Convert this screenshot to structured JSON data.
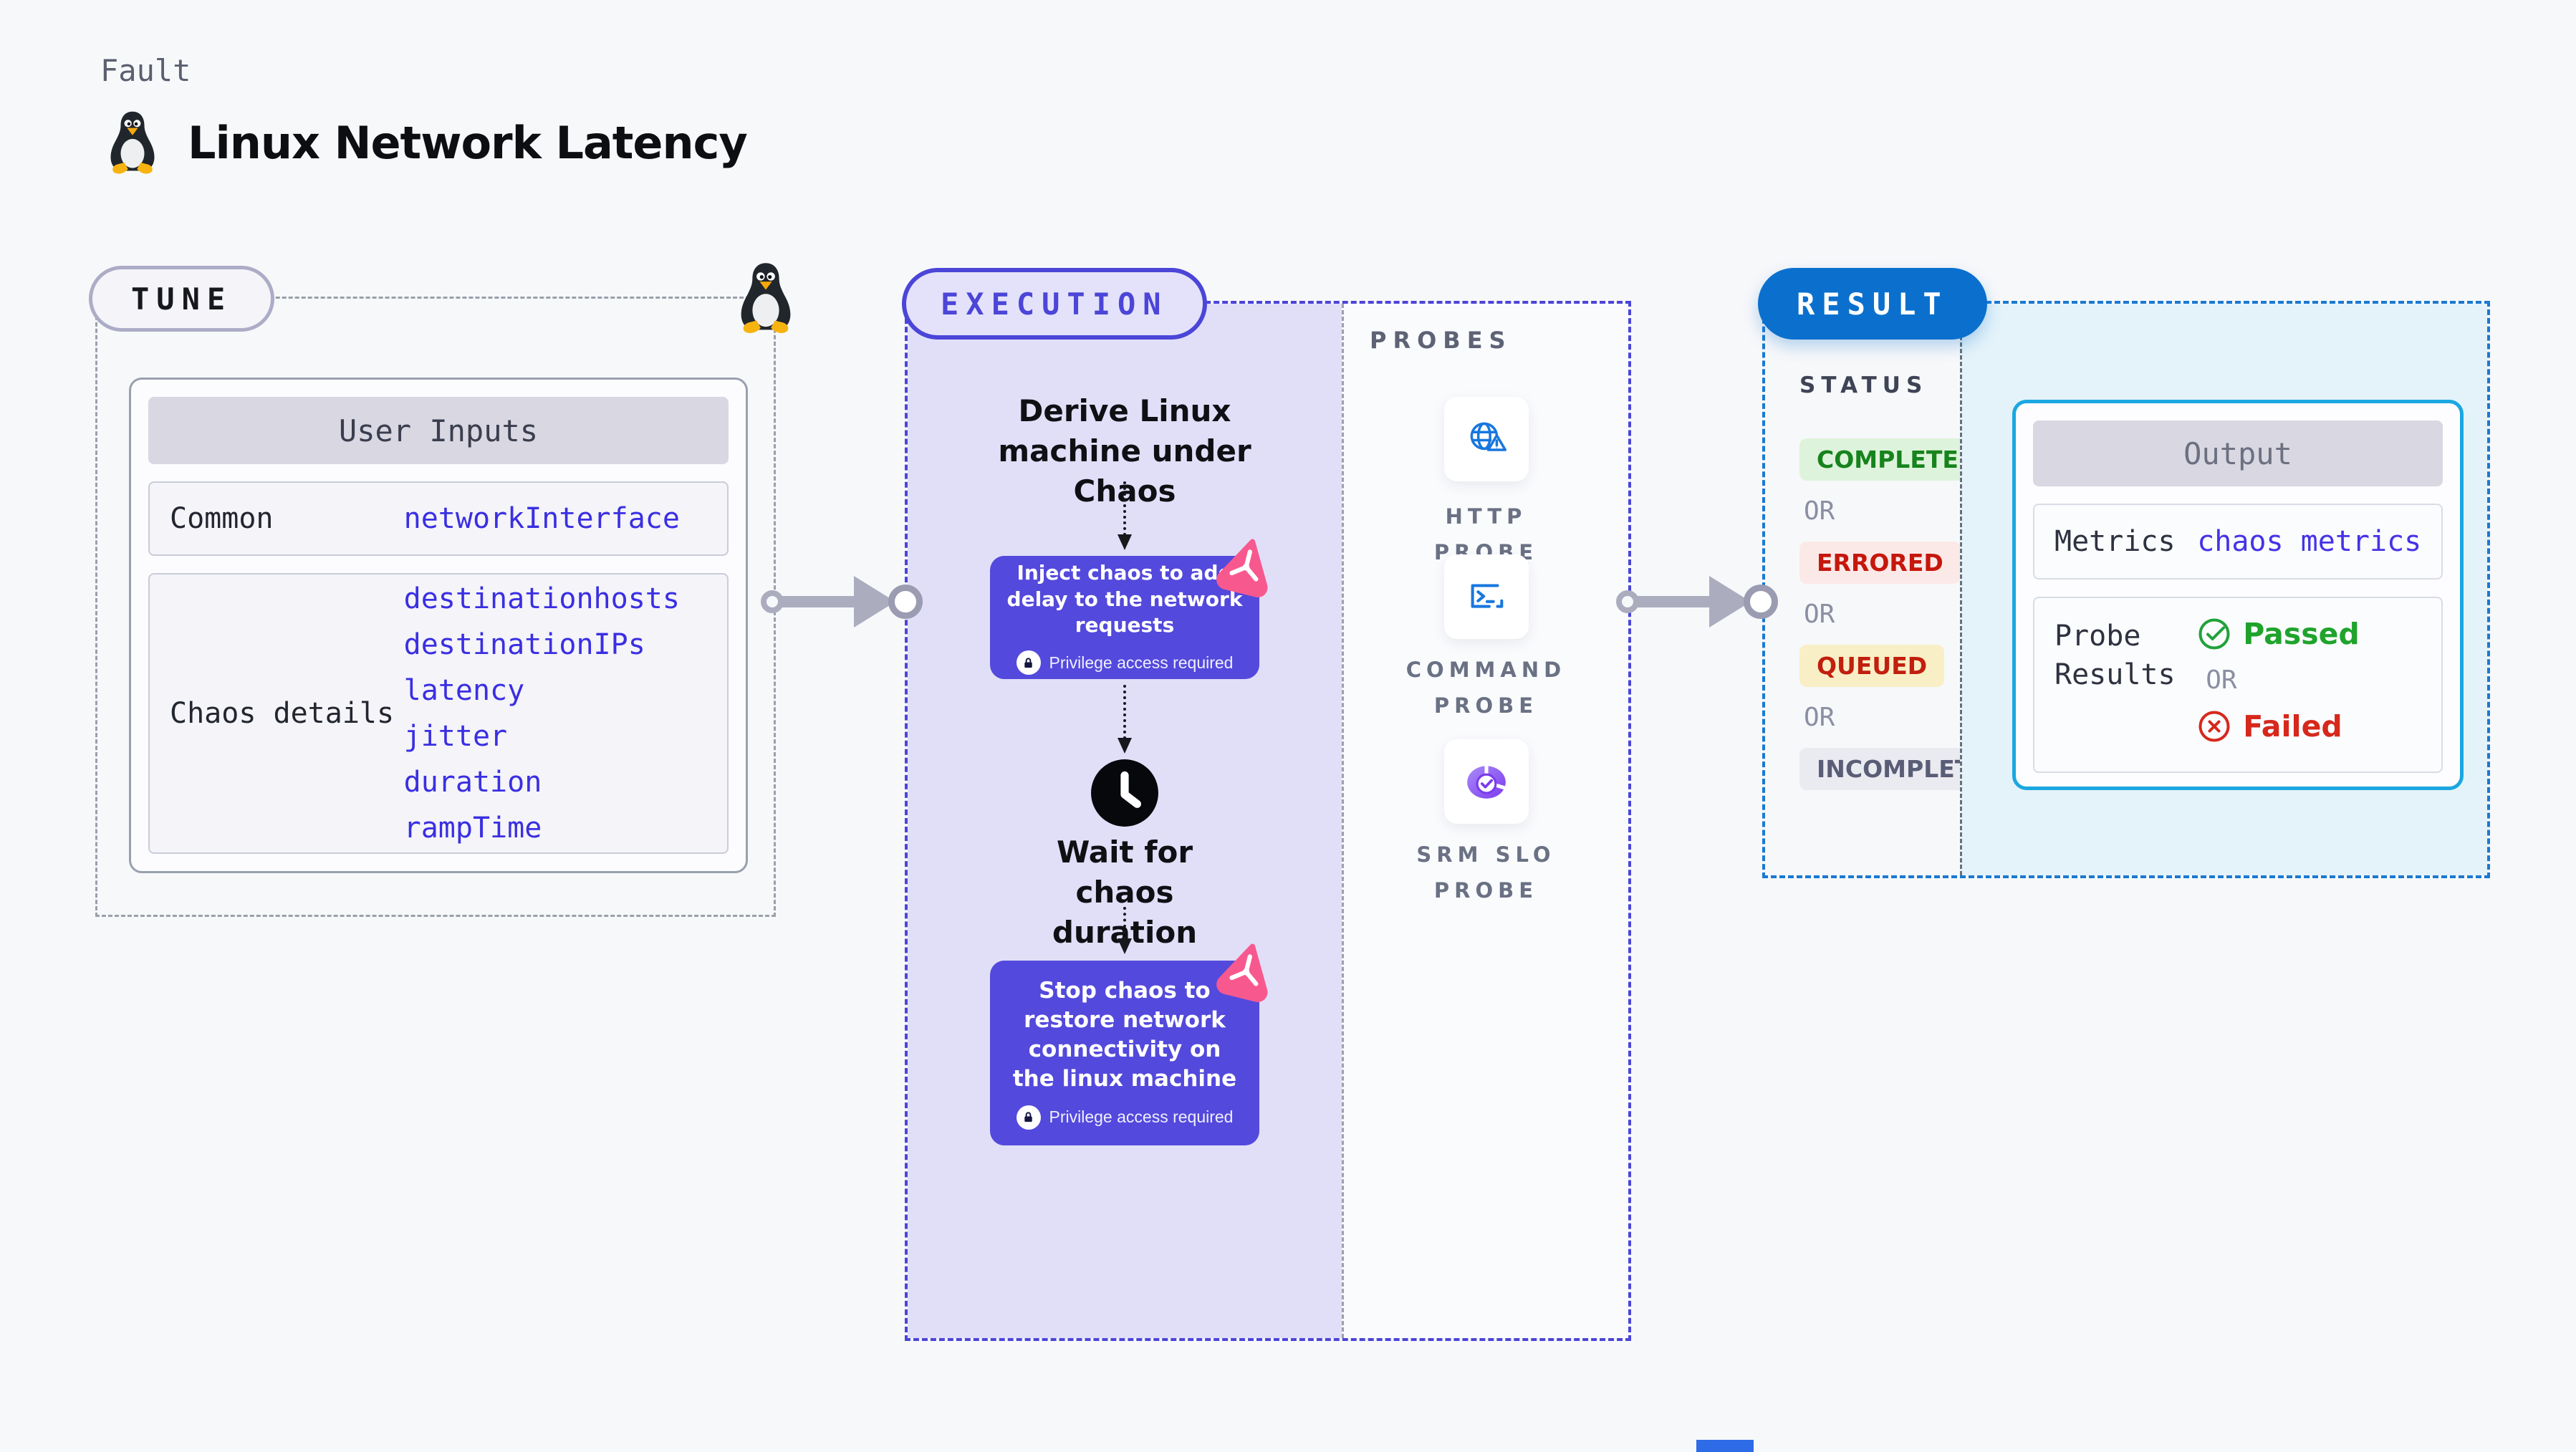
{
  "header": {
    "eyebrow": "Fault",
    "title": "Linux Network Latency"
  },
  "common": {
    "or": "OR"
  },
  "tune": {
    "badge": "TUNE",
    "table": {
      "header": "User Inputs",
      "rows": [
        {
          "label": "Common",
          "values": [
            "networkInterface"
          ]
        },
        {
          "label": "Chaos details",
          "values": [
            "destinationhosts",
            "destinationIPs",
            "latency",
            "jitter",
            "duration",
            "rampTime"
          ]
        }
      ]
    }
  },
  "execution": {
    "badge": "EXECUTION",
    "derive_text": "Derive Linux machine under Chaos",
    "inject_text": "Inject chaos to add delay to the network requests",
    "wait_text": "Wait for chaos duration",
    "stop_text": "Stop chaos to restore network connectivity on the linux machine",
    "privilege": "Privilege access required"
  },
  "probes": {
    "label": "PROBES",
    "items": [
      {
        "name": "HTTP PROBE",
        "icon": "globe-warning-icon"
      },
      {
        "name": "COMMAND PROBE",
        "icon": "terminal-icon"
      },
      {
        "name": "SRM SLO PROBE",
        "icon": "pie-check-icon"
      }
    ]
  },
  "result": {
    "badge": "RESULT",
    "status_label": "STATUS",
    "statuses": [
      "COMPLETED",
      "ERRORED",
      "QUEUED",
      "INCOMPLETED"
    ],
    "output": {
      "header": "Output",
      "metrics_label": "Metrics",
      "metrics_value": "chaos metrics",
      "probe_results_label": "Probe Results",
      "passed": "Passed",
      "failed": "Failed"
    }
  },
  "colors": {
    "execution_accent": "#4B45D8",
    "result_accent": "#0B70CD",
    "output_border": "#1BA7E0",
    "chaos_box_purple": "#5349DC",
    "value_text_blue": "#3A2FE2",
    "passed_green": "#1FA32C",
    "failed_red": "#D6281C",
    "completed_bg": "#DEF3DB",
    "errored_bg": "#FBE9E8",
    "queued_bg": "#F9EFC6",
    "incompleted_bg": "#EAEAF1",
    "pinwheel_pink": "#F7598E",
    "probe_icon_blue": "#1877DE",
    "srm_purple": "#7C3AED"
  }
}
